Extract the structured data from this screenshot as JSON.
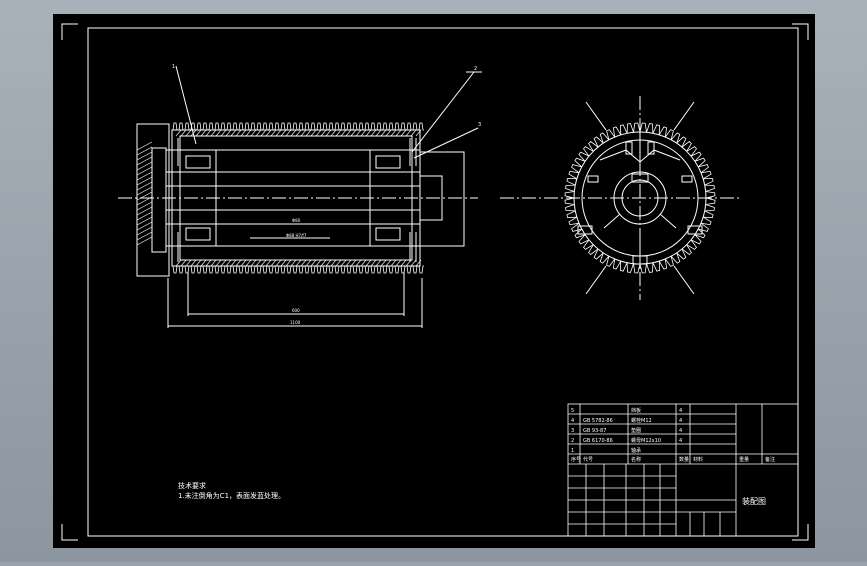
{
  "drawing": {
    "title": "装配图",
    "part_callouts": [
      "1",
      "2",
      "3"
    ],
    "dimensions": {
      "inner_length": "Φ80",
      "inner_dia": "Φ88 H7/f7",
      "roller_length": "600",
      "overall_length": "1100"
    },
    "bill_of_materials": [
      {
        "no": "5",
        "code": "",
        "name": "挡板",
        "qty": "4"
      },
      {
        "no": "4",
        "code": "GB 5782-86",
        "name": "螺栓M12",
        "qty": "4"
      },
      {
        "no": "3",
        "code": "GB 93-87",
        "name": "垫圈",
        "qty": "4"
      },
      {
        "no": "2",
        "code": "GB 6170-86",
        "name": "螺母M12x10",
        "qty": "4"
      },
      {
        "no": "1",
        "code": "",
        "name": "轴承",
        "qty": ""
      }
    ],
    "bom_header": [
      "序号",
      "代号",
      "名称",
      "数量",
      "材料",
      "重量",
      "备注"
    ],
    "notes": [
      "技术要求",
      "1.未注倒角为C1，表面发蓝处理。"
    ]
  },
  "colors": {
    "canvas": "#000000",
    "line": "#ffffff",
    "background": "#9aa3ad"
  }
}
